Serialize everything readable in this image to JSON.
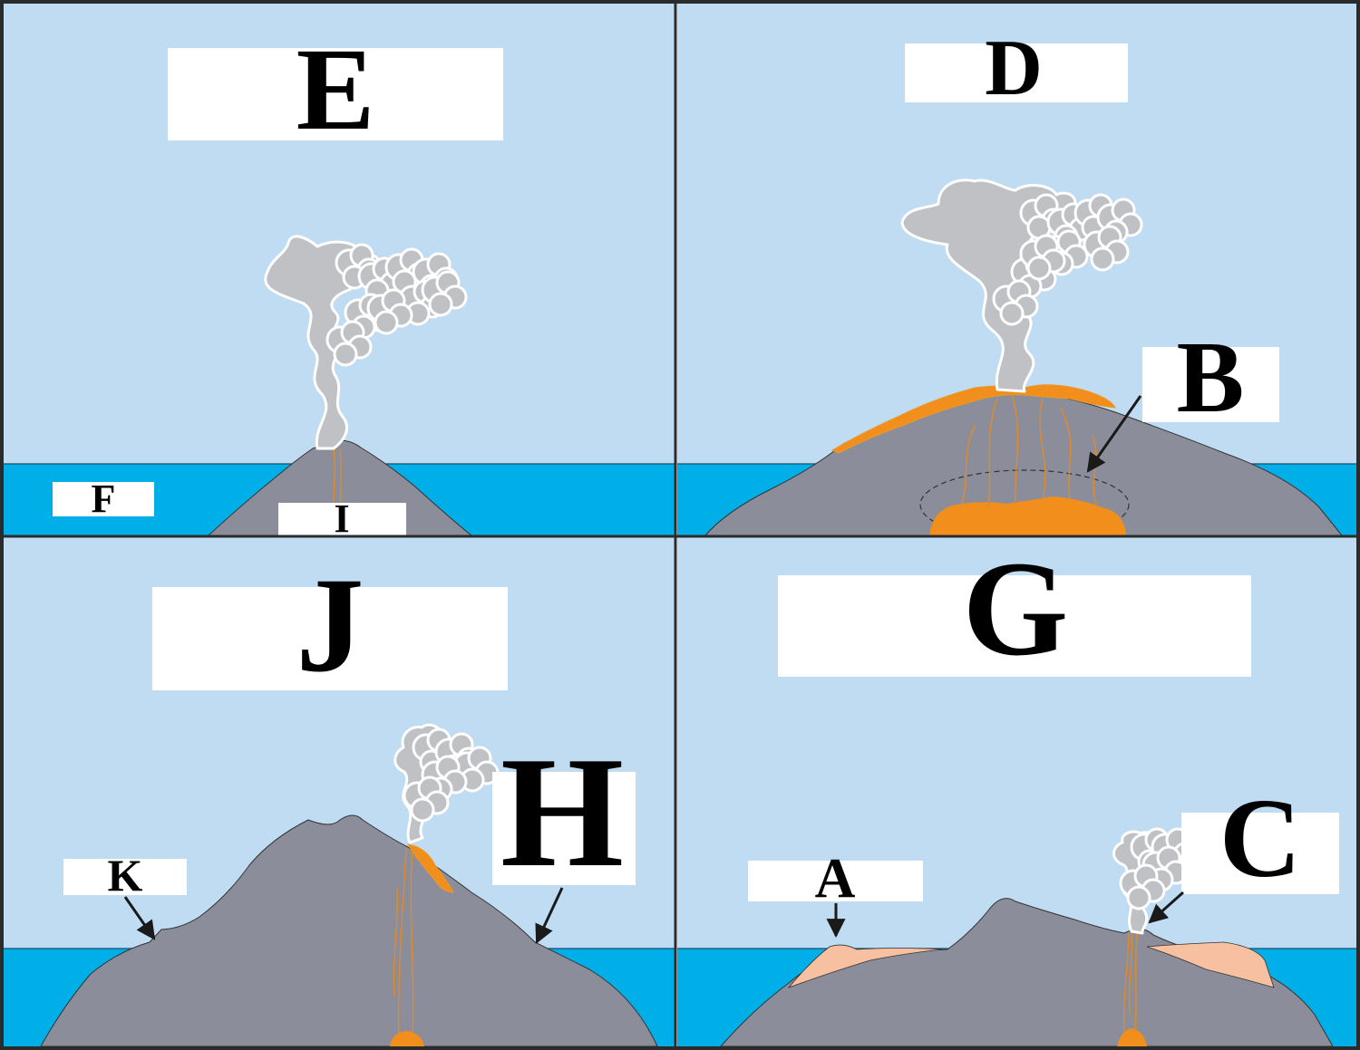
{
  "colors": {
    "sky": "#bfdcf3",
    "water": "#00aee8",
    "rock": "#8b8e9a",
    "lava": "#f28f1c",
    "sediment": "#f7c0a0",
    "smoke": "#c0c1c4",
    "border": "#2b2b2b"
  },
  "panels": {
    "top_left": {
      "title": "E",
      "labels": {
        "sea": "F",
        "vent": "I"
      }
    },
    "top_right": {
      "title": "D",
      "labels": {
        "magma_chamber": "B"
      }
    },
    "bottom_left": {
      "title": "J",
      "labels": {
        "shoreline_left": "K",
        "shoreline_right": "H"
      }
    },
    "bottom_right": {
      "title": "G",
      "labels": {
        "flat_top": "A",
        "new_vent": "C"
      }
    }
  }
}
